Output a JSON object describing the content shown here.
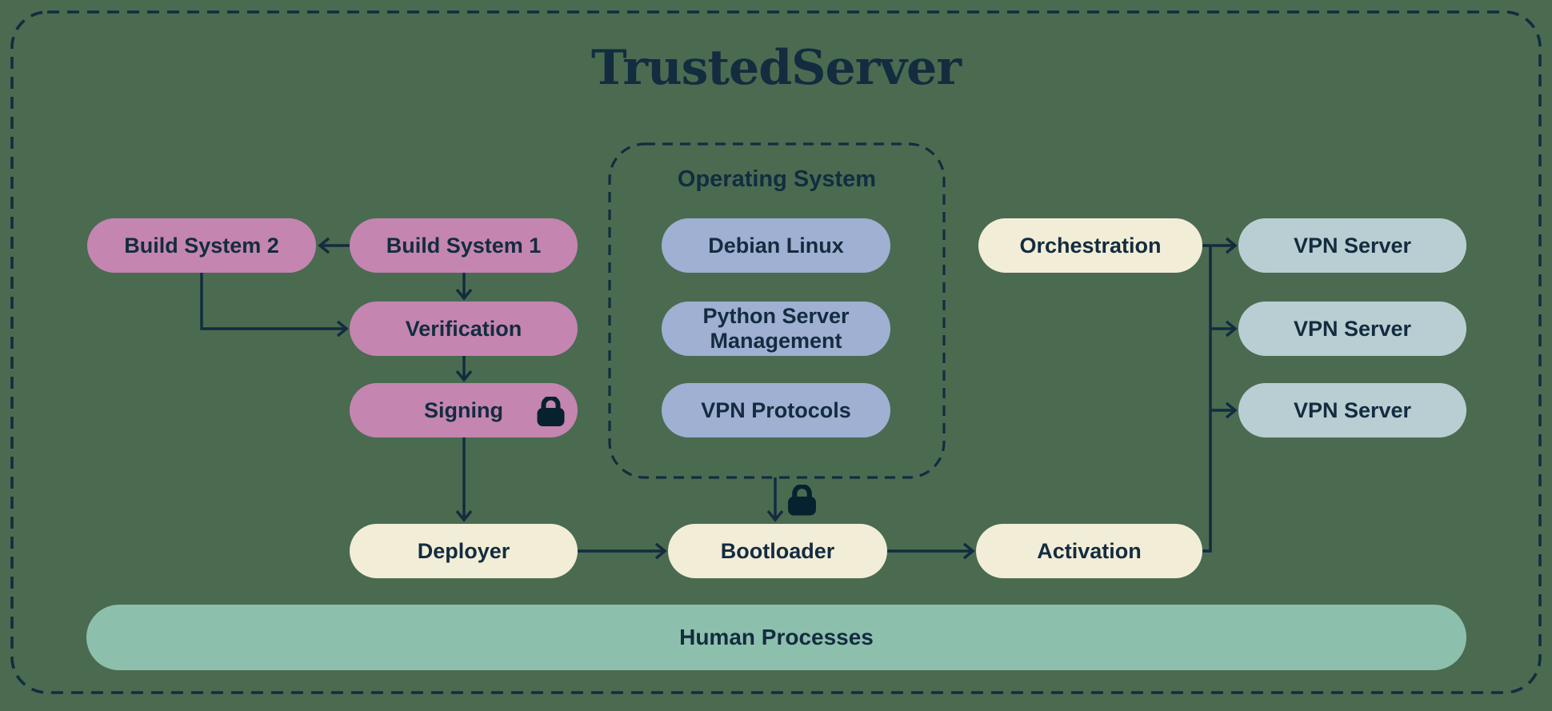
{
  "title": "TrustedServer",
  "groups": {
    "operating_system": {
      "label": "Operating System",
      "nodes": [
        {
          "label": "Debian Linux"
        },
        {
          "label": "Python Server Management"
        },
        {
          "label": "VPN Protocols"
        }
      ]
    }
  },
  "nodes": {
    "build_system_2": {
      "label": "Build System 2"
    },
    "build_system_1": {
      "label": "Build System 1"
    },
    "verification": {
      "label": "Verification"
    },
    "signing": {
      "label": "Signing",
      "icon": "lock-icon"
    },
    "deployer": {
      "label": "Deployer"
    },
    "bootloader": {
      "label": "Bootloader",
      "icon_above": "lock-icon"
    },
    "activation": {
      "label": "Activation"
    },
    "orchestration": {
      "label": "Orchestration"
    },
    "vpn_server_1": {
      "label": "VPN Server"
    },
    "vpn_server_2": {
      "label": "VPN Server"
    },
    "vpn_server_3": {
      "label": "VPN Server"
    },
    "human_processes": {
      "label": "Human Processes"
    }
  },
  "colors": {
    "background": "#4a6b50",
    "navy": "#132c3f",
    "ink": "#06222f",
    "pink": "#c485b1",
    "periwinkle": "#9fb0d2",
    "cream": "#f2edd7",
    "pale_teal": "#b9ced2",
    "teal_bar": "#8dc0ac"
  }
}
